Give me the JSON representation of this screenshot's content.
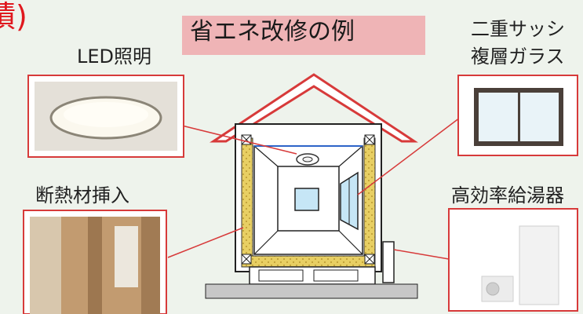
{
  "header": {
    "cropped_title": "積)",
    "main_title": "省エネ改修の例"
  },
  "labels": {
    "led": "LED照明",
    "window_line1": "二重サッシ",
    "window_line2": "複層ガラス",
    "insulation": "断熱材挿入",
    "water_heater": "高効率給湯器"
  },
  "colors": {
    "accent_red": "#d73a3a",
    "title_box": "#efb4b6",
    "background": "#eef3ec",
    "insulation": "#e8cf63"
  }
}
